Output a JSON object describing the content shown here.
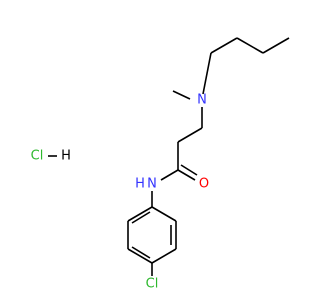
{
  "molecule": {
    "atoms": {
      "n_amine": "N",
      "n_amide": "N",
      "h_amide": "H",
      "o_carbonyl": "O",
      "cl_ring": "Cl",
      "cl_salt": "Cl",
      "h_salt": "H"
    },
    "colors": {
      "bond": "#000000",
      "nitrogen": "#3333ff",
      "oxygen": "#ff0000",
      "chlorine": "#2db82d",
      "carbon": "#000000"
    }
  }
}
